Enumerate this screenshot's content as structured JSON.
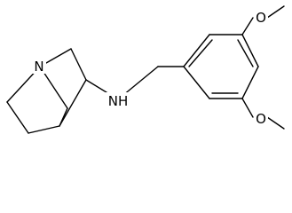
{
  "molecule": {
    "atoms": {
      "bridgehead_n": "N",
      "amine_nh": "NH",
      "methoxy_o_top": "O",
      "methoxy_o_bottom": "O"
    }
  }
}
